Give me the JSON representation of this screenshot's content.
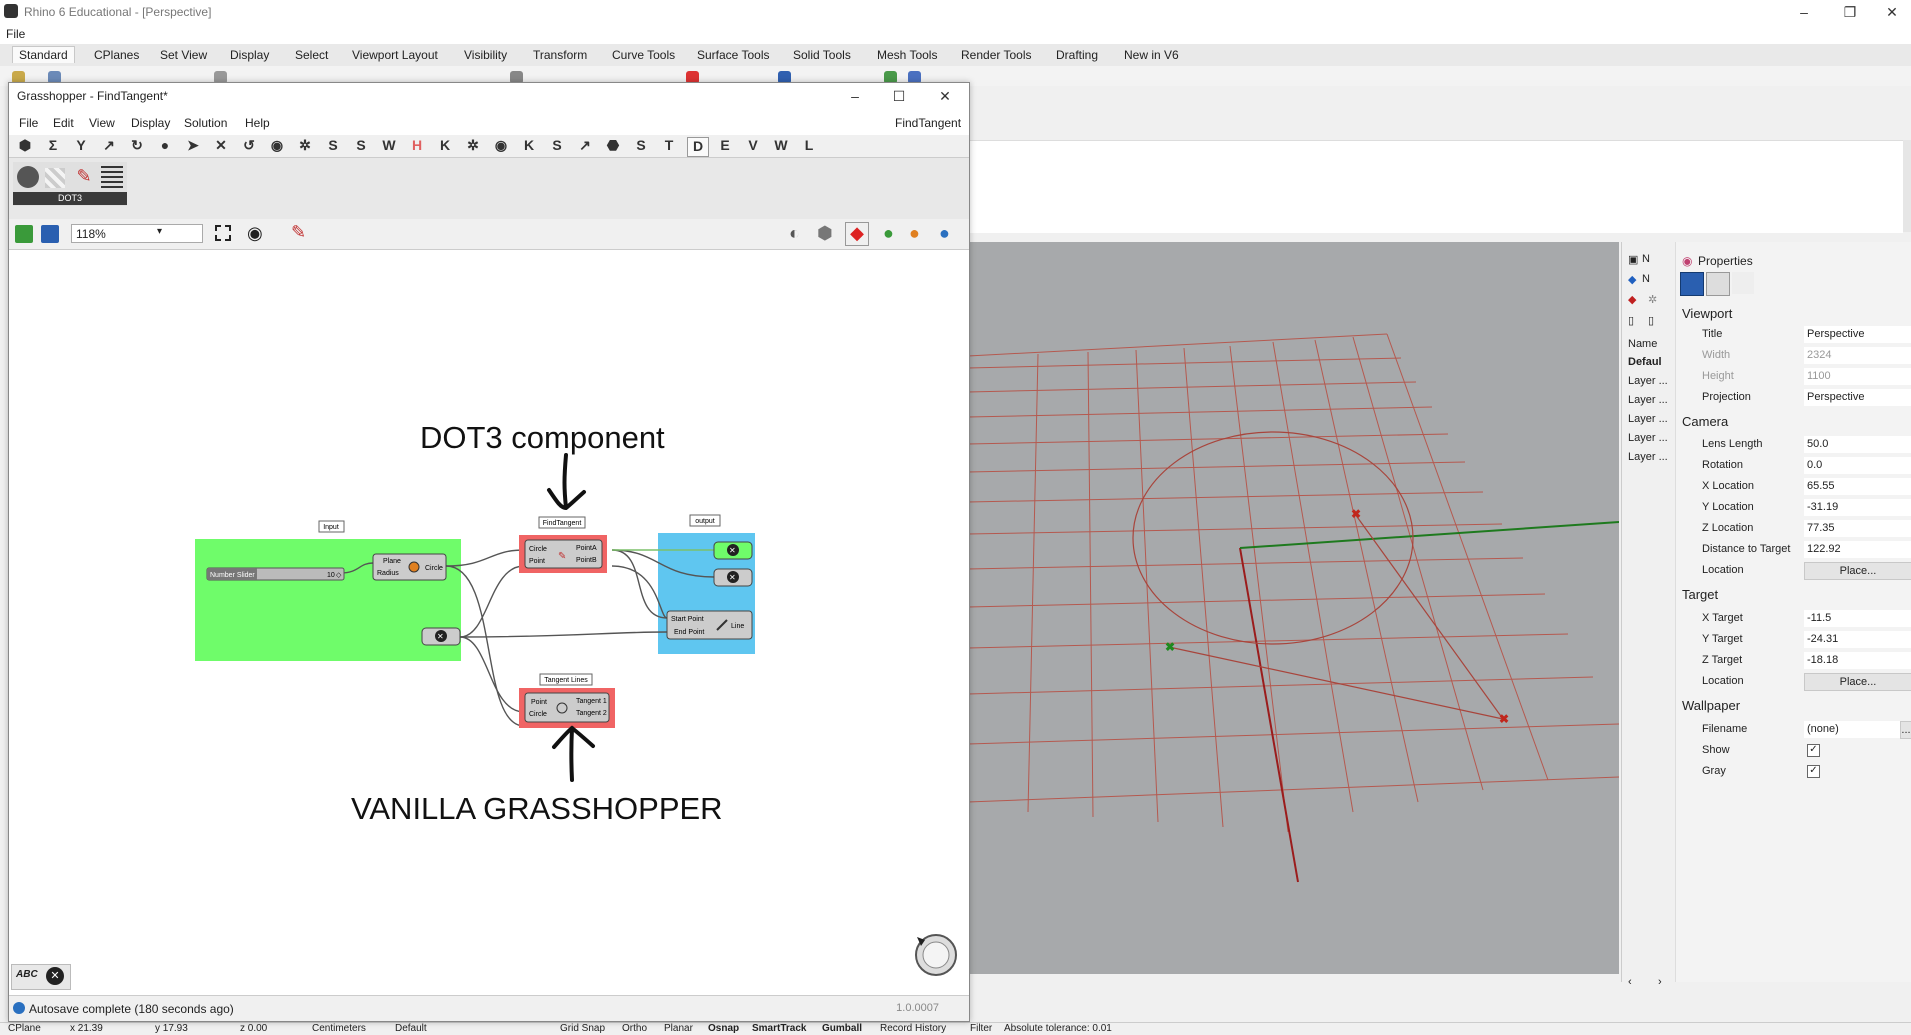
{
  "rhino": {
    "title": "Rhino 6 Educational - [Perspective]",
    "menu_file": "File",
    "tabs": [
      "Standard",
      "CPlanes",
      "Set View",
      "Display",
      "Select",
      "Viewport Layout",
      "Visibility",
      "Transform",
      "Curve Tools",
      "Surface Tools",
      "Solid Tools",
      "Mesh Tools",
      "Render Tools",
      "Drafting",
      "New in V6"
    ],
    "status": {
      "cplane": "CPlane",
      "x": "x 21.39",
      "y": "y 17.93",
      "z": "z 0.00",
      "units": "Centimeters",
      "layer": "Default",
      "grid_snap": "Grid Snap",
      "ortho": "Ortho",
      "planar": "Planar",
      "osnap": "Osnap",
      "smarttrack": "SmartTrack",
      "gumball": "Gumball",
      "record_history": "Record History",
      "filter": "Filter",
      "tolerance": "Absolute tolerance: 0.01"
    }
  },
  "side_tabs": {
    "n1": "N",
    "n2": "N",
    "name": "Name",
    "default": "Defaul",
    "layers": [
      "Layer ...",
      "Layer ...",
      "Layer ...",
      "Layer ...",
      "Layer ..."
    ]
  },
  "properties": {
    "header": "Properties",
    "viewport_section": "Viewport",
    "title_label": "Title",
    "title_value": "Perspective",
    "width_label": "Width",
    "width_value": "2324",
    "height_label": "Height",
    "height_value": "1100",
    "projection_label": "Projection",
    "projection_value": "Perspective",
    "camera_section": "Camera",
    "lens_label": "Lens Length",
    "lens_value": "50.0",
    "rotation_label": "Rotation",
    "rotation_value": "0.0",
    "xloc_label": "X Location",
    "xloc_value": "65.55",
    "yloc_label": "Y Location",
    "yloc_value": "-31.19",
    "zloc_label": "Z Location",
    "zloc_value": "77.35",
    "dist_label": "Distance to Target",
    "dist_value": "122.92",
    "location_label": "Location",
    "place_label": "Place...",
    "target_section": "Target",
    "xt_label": "X Target",
    "xt_value": "-11.5",
    "yt_label": "Y Target",
    "yt_value": "-24.31",
    "zt_label": "Z Target",
    "zt_value": "-18.18",
    "tlocation_label": "Location",
    "tplace_label": "Place...",
    "wallpaper_section": "Wallpaper",
    "filename_label": "Filename",
    "filename_value": "(none)",
    "more_button": "...",
    "show_label": "Show",
    "gray_label": "Gray",
    "check_mark": "✓"
  },
  "gh": {
    "title": "Grasshopper - FindTangent*",
    "menu": [
      "File",
      "Edit",
      "View",
      "Display",
      "Solution",
      "Help"
    ],
    "doc_name": "FindTangent",
    "tabs": [
      "S",
      "S",
      "W",
      "H",
      "K",
      "K",
      "S",
      "S",
      "T",
      "D",
      "E",
      "V",
      "W",
      "L"
    ],
    "dot3_label": "DOT3",
    "zoom": "118%",
    "status_msg": "Autosave complete (180 seconds ago)",
    "version": "1.0.0007",
    "canvas": {
      "annotation_top": "DOT3 component",
      "annotation_bottom": "VANILLA GRASSHOPPER",
      "group_input": "Input",
      "group_output": "output",
      "group_findtangent": "FindTangent",
      "group_tangentlines": "Tangent Lines",
      "slider_label": "Number Slider",
      "slider_value": "10",
      "circle_in_plane": "Plane",
      "circle_in_radius": "Radius",
      "circle_out": "Circle",
      "ft_in_circle": "Circle",
      "ft_in_point": "Point",
      "ft_out_a": "PointA",
      "ft_out_b": "PointB",
      "line_in_start": "Start Point",
      "line_in_end": "End Point",
      "line_out": "Line",
      "tl_in_point": "Point",
      "tl_in_circle": "Circle",
      "tl_out_1": "Tangent 1",
      "tl_out_2": "Tangent 2"
    }
  }
}
